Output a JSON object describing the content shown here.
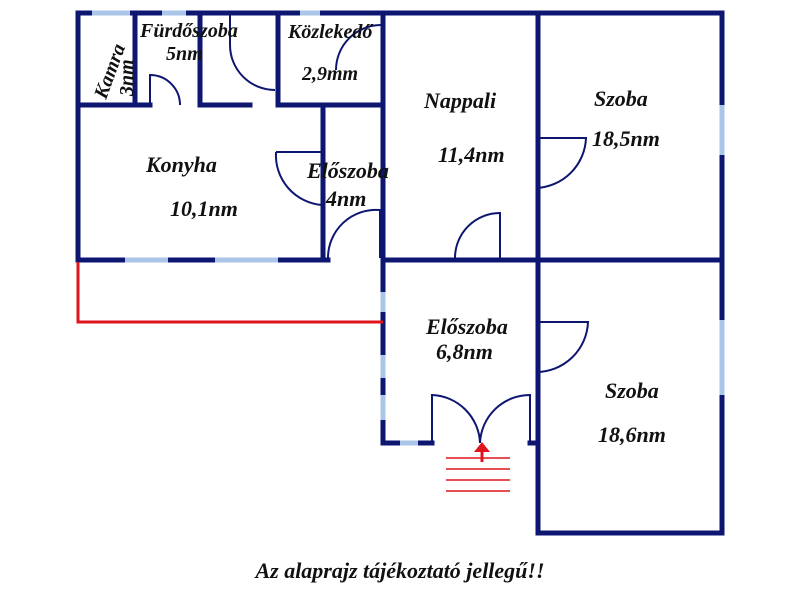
{
  "colors": {
    "wall": "#0d1670",
    "window": "#a9c6e8",
    "fence": "#e0141c",
    "text": "#111111"
  },
  "rooms": {
    "kamra": {
      "name": "Kamra",
      "area": "3nm"
    },
    "furdoszoba": {
      "name": "Fürdőszoba",
      "area": "5nm"
    },
    "kozlekedo": {
      "name": "Közlekedő",
      "area": "2,9mm"
    },
    "nappali": {
      "name": "Nappali",
      "area": "11,4nm"
    },
    "szoba1": {
      "name": "Szoba",
      "area": "18,5nm"
    },
    "konyha": {
      "name": "Konyha",
      "area": "10,1nm"
    },
    "eloszoba1": {
      "name": "Előszoba",
      "area": "4nm"
    },
    "eloszoba2": {
      "name": "Előszoba",
      "area": "6,8nm"
    },
    "szoba2": {
      "name": "Szoba",
      "area": "18,6nm"
    }
  },
  "entrance": {
    "icon": "entrance-arrow-icon"
  },
  "note": "Az alaprajz tájékoztató jellegű!!"
}
